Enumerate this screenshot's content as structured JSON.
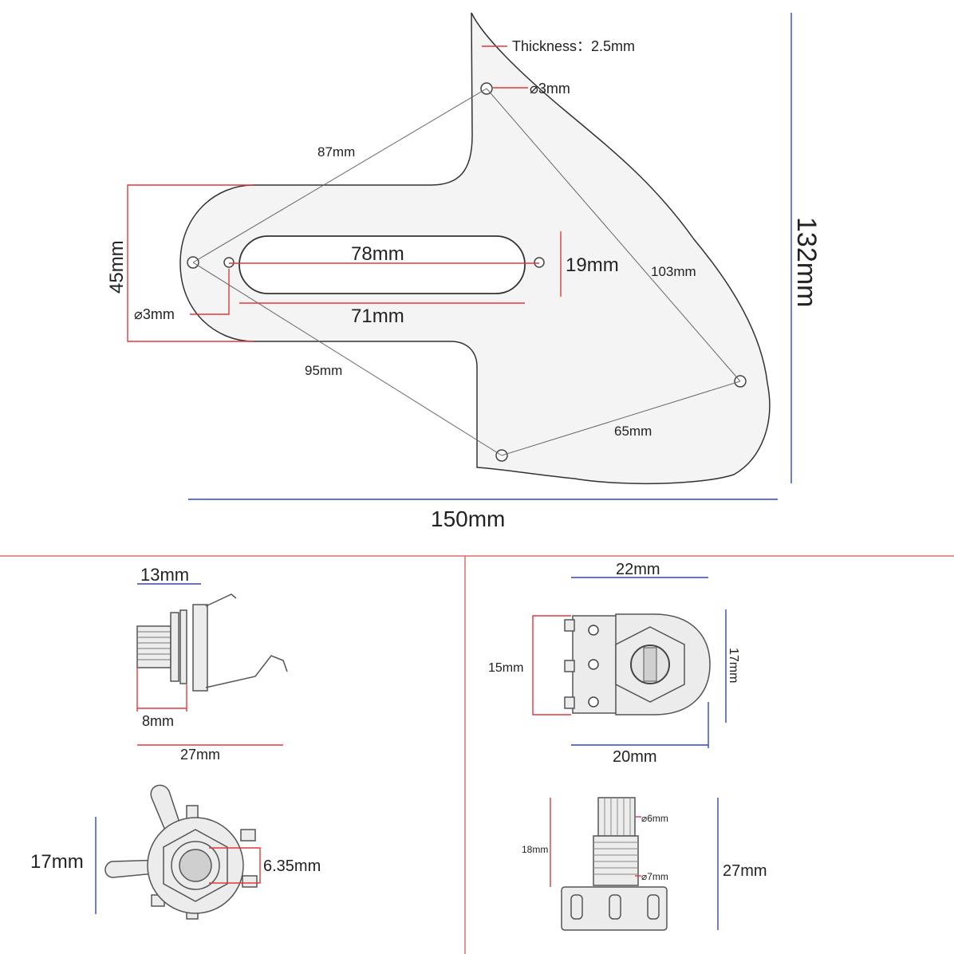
{
  "pickguard": {
    "thickness": "Thickness：2.5mm",
    "hole_top": "⌀3mm",
    "hole_left": "⌀3mm",
    "d_87": "87mm",
    "d_95": "95mm",
    "d_103": "103mm",
    "d_65": "65mm",
    "slot_length": "78mm",
    "slot_spacing": "71mm",
    "slot_height": "19mm",
    "height_45": "45mm",
    "width_total": "150mm",
    "height_total": "132mm"
  },
  "jack": {
    "side_13": "13mm",
    "side_8": "8mm",
    "side_27": "27mm",
    "front_17": "17mm",
    "front_635": "6.35mm"
  },
  "pot": {
    "top_22": "22mm",
    "top_15": "15mm",
    "top_17": "17mm",
    "top_20": "20mm",
    "side_6": "⌀6mm",
    "side_7": "⌀7mm",
    "side_18": "18mm",
    "side_27": "27mm"
  },
  "colors": {
    "dimension_red": "#e03a3a",
    "dimension_blue": "#3344cc",
    "divider": "#e06a6a"
  }
}
